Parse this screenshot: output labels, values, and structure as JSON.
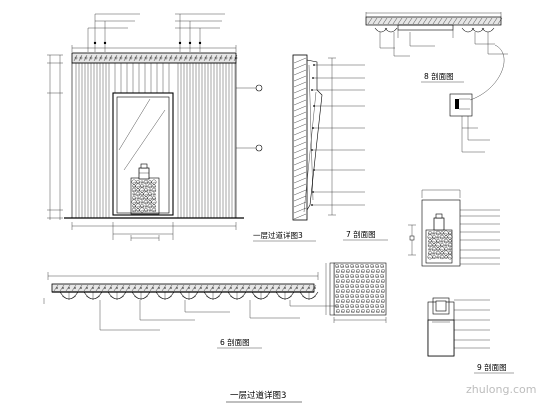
{
  "drawing": {
    "main_title": "一层过道详图3",
    "watermark": "zhulong.com",
    "views": {
      "elevation": {
        "caption": "一层过道详图3"
      },
      "section_7": {
        "caption": "7  剖面图"
      },
      "section_8": {
        "caption": "8  剖面图"
      },
      "section_6": {
        "caption": "6  剖面图"
      },
      "section_9": {
        "caption": "9  剖面图"
      }
    }
  }
}
